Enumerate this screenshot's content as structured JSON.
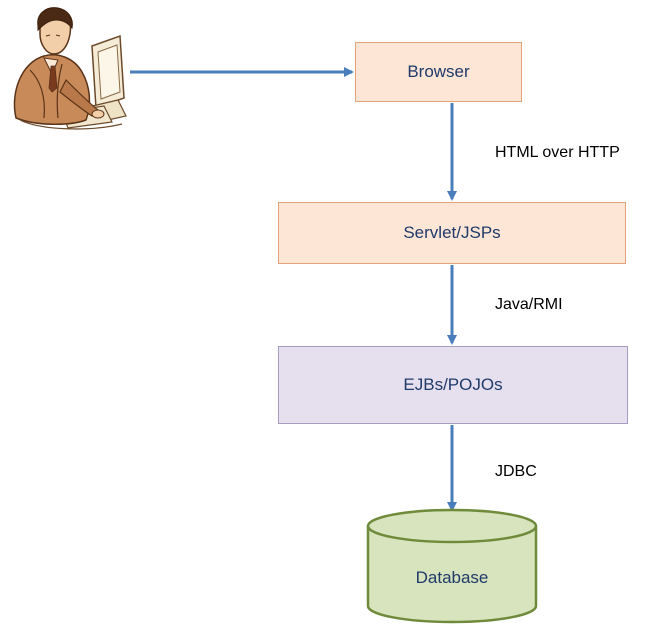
{
  "nodes": {
    "browser": "Browser",
    "servlet": "Servlet/JSPs",
    "ejb": "EJBs/POJOs",
    "database": "Database"
  },
  "edges": {
    "browser_to_servlet": "HTML over HTTP",
    "servlet_to_ejb": "Java/RMI",
    "ejb_to_database": "JDBC"
  },
  "icons": {
    "user": "user-at-computer-icon"
  },
  "colors": {
    "arrow": "#4a7ebb",
    "peach_fill": "#fde6d6",
    "peach_border": "#e3a178",
    "lavender_fill": "#e6e0ee",
    "lavender_border": "#a79cc2",
    "db_fill": "#d7e4bd",
    "db_border": "#6f8a3a",
    "node_text": "#1f3a6b"
  }
}
